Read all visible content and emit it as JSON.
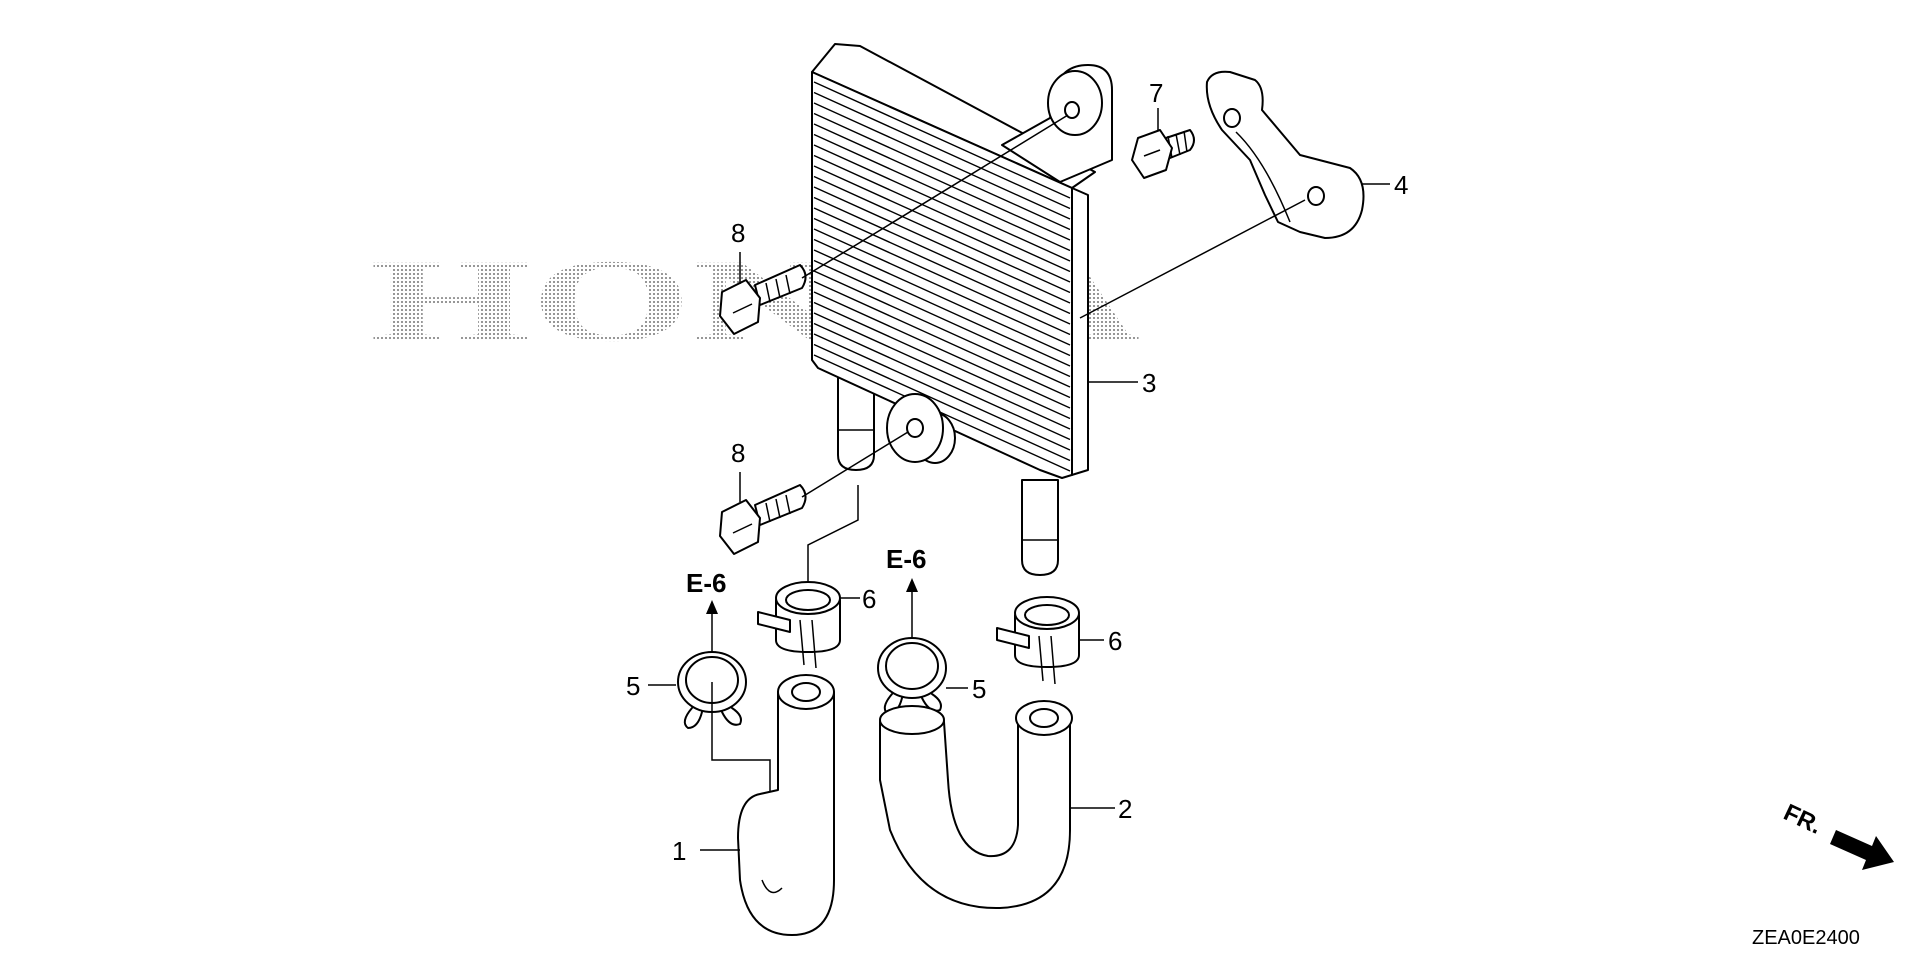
{
  "watermark": "HONDA",
  "callouts": {
    "c1": "1",
    "c2": "2",
    "c3": "3",
    "c4": "4",
    "c5a": "5",
    "c5b": "5",
    "c6a": "6",
    "c6b": "6",
    "c7": "7",
    "c8a": "8",
    "c8b": "8"
  },
  "references": {
    "left": "E-6",
    "right": "E-6"
  },
  "direction": {
    "label": "FR."
  },
  "diagram_code": "ZEA0E2400"
}
